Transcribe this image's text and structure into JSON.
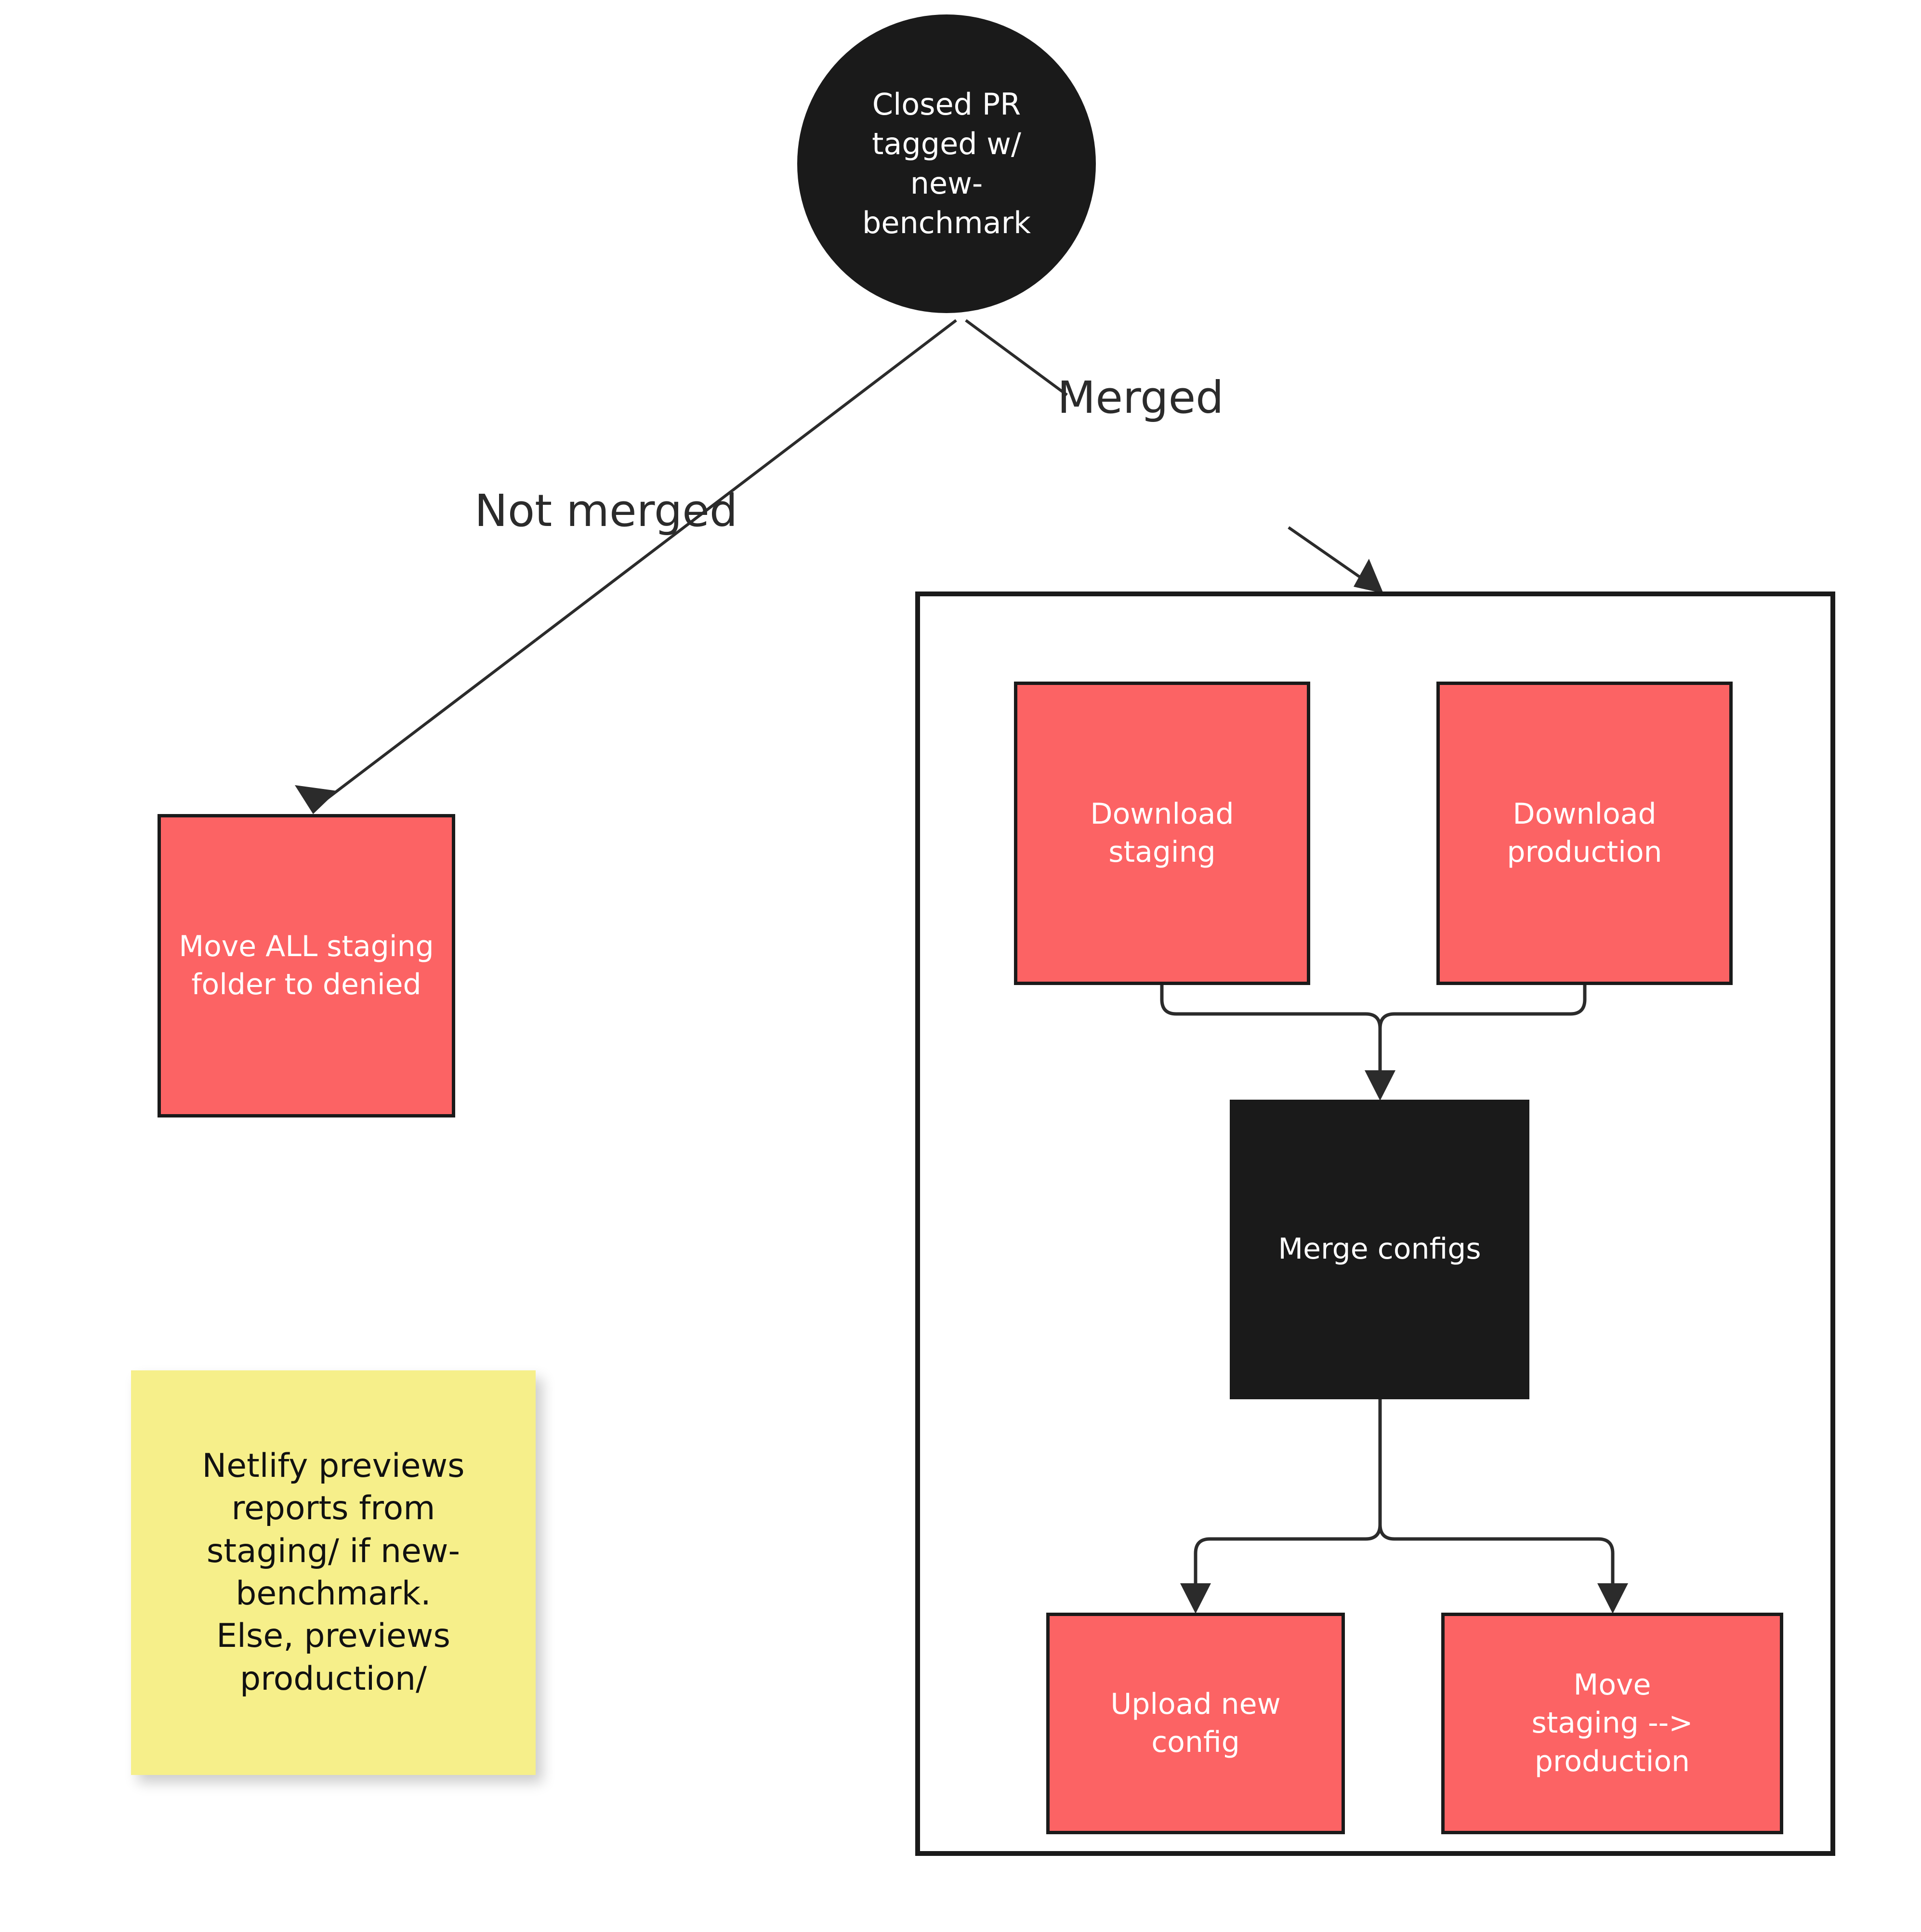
{
  "diagram": {
    "title": "Closed PR benchmark deployment flow",
    "colors": {
      "node_red": "#FC6364",
      "node_dark": "#1A1A1A",
      "sticky_yellow": "#F6EF8A",
      "line": "#2B2B2B",
      "text_on_dark": "#FFFFFF",
      "background": "#FFFFFF"
    }
  },
  "start_node": {
    "label_lines": [
      "Closed PR",
      "tagged w/",
      "new-",
      "benchmark"
    ],
    "shape": "circle"
  },
  "edge_labels": {
    "merged": "Merged",
    "not_merged": "Not merged"
  },
  "not_merged_branch": {
    "node": {
      "label_lines": [
        "Move ALL staging",
        "folder to denied"
      ],
      "shape": "rectangle"
    }
  },
  "merged_branch": {
    "group_label": "",
    "nodes": {
      "download_staging": {
        "label_lines": [
          "Download",
          "staging"
        ],
        "shape": "rectangle"
      },
      "download_production": {
        "label_lines": [
          "Download",
          "production"
        ],
        "shape": "rectangle"
      },
      "merge_configs": {
        "label_lines": [
          "Merge configs"
        ],
        "shape": "rectangle"
      },
      "upload_new_config": {
        "label_lines": [
          "Upload new config"
        ],
        "shape": "rectangle"
      },
      "move_staging_to_production": {
        "label_lines": [
          "Move",
          "staging --> production"
        ],
        "shape": "rectangle"
      }
    }
  },
  "sticky_note": {
    "lines": [
      "Netlify previews",
      "reports from",
      "staging/ if new-",
      "benchmark.",
      "Else, previews",
      "production/"
    ]
  }
}
